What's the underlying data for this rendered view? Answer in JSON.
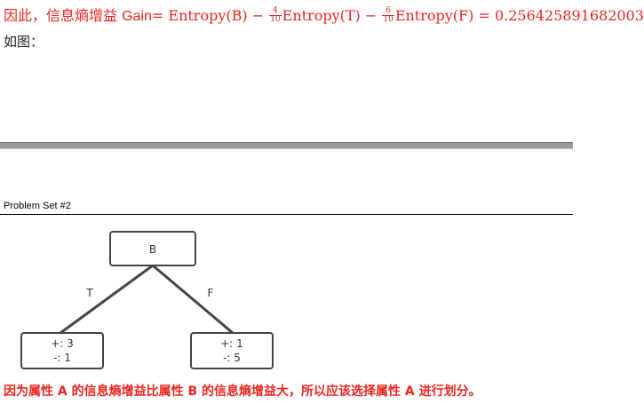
{
  "equation": {
    "prefix": "因此，信息熵增益 ",
    "gain": "Gain",
    "eq_entropy_b": "= Entropy(B) − ",
    "frac1_num": "4",
    "frac1_den": "10",
    "entropy_t": "Entropy(T) − ",
    "frac2_num": "6",
    "frac2_den": "10",
    "entropy_f": "Entropy(F) = 0.256425891682003"
  },
  "caption": "如图：",
  "header": "Problem Set #2",
  "tree": {
    "root": "B",
    "edge_left": "T",
    "edge_right": "F",
    "left_pos": "+: 3",
    "left_neg": "-: 1",
    "right_pos": "+: 1",
    "right_neg": "-: 5"
  },
  "conclusion": "因为属性 A 的信息熵增益比属性 B 的信息熵增益大，所以应该选择属性 A 进行划分。",
  "colors": {
    "accent_red": "#e8261f"
  }
}
